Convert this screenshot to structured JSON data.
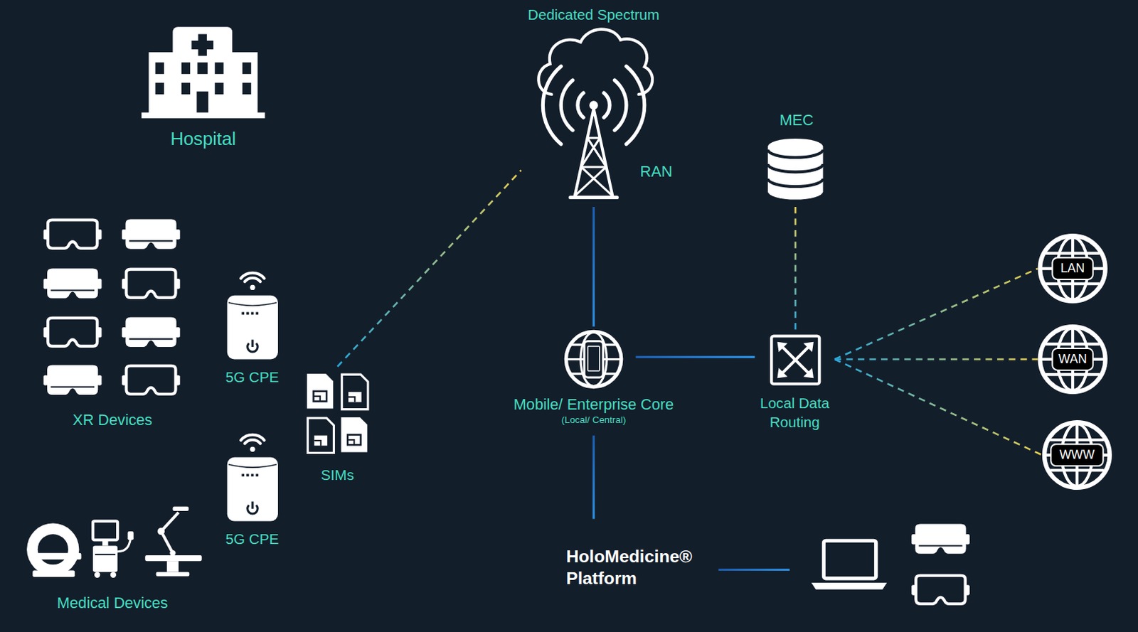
{
  "diagram": {
    "nodes": [
      {
        "text": [
          "Hospital"
        ]
      },
      {
        "text": [
          "XR Devices"
        ]
      },
      {
        "text": [
          "5G CPE"
        ]
      },
      {
        "text": [
          "5G CPE"
        ]
      },
      {
        "text": [
          "Medical Devices"
        ]
      },
      {
        "text": [
          "SIMs"
        ]
      },
      {
        "text": [
          "Dedicated Spectrum",
          "RAN"
        ]
      },
      {
        "text": [
          "MEC"
        ]
      },
      {
        "text": [
          "Mobile/ Enterprise Core",
          "(Local/ Central)"
        ]
      },
      {
        "text": [
          "Local Data Routing"
        ]
      },
      {
        "text": [
          "LAN"
        ]
      },
      {
        "text": [
          "WAN"
        ]
      },
      {
        "text": [
          "WWW"
        ]
      },
      {
        "text": [
          "HoloMedicine® Platform"
        ]
      }
    ],
    "edges": [
      {
        "from": 5,
        "to": 6,
        "arrow": "none"
      },
      {
        "from": 6,
        "to": 8,
        "arrow": "none"
      },
      {
        "from": 8,
        "to": 9,
        "arrow": "none"
      },
      {
        "from": 8,
        "to": 13,
        "arrow": "none"
      },
      {
        "from": 7,
        "to": 9,
        "arrow": "none"
      },
      {
        "from": 9,
        "to": 10,
        "arrow": "none"
      },
      {
        "from": 9,
        "to": 11,
        "arrow": "none"
      },
      {
        "from": 9,
        "to": 12,
        "arrow": "none"
      }
    ]
  }
}
